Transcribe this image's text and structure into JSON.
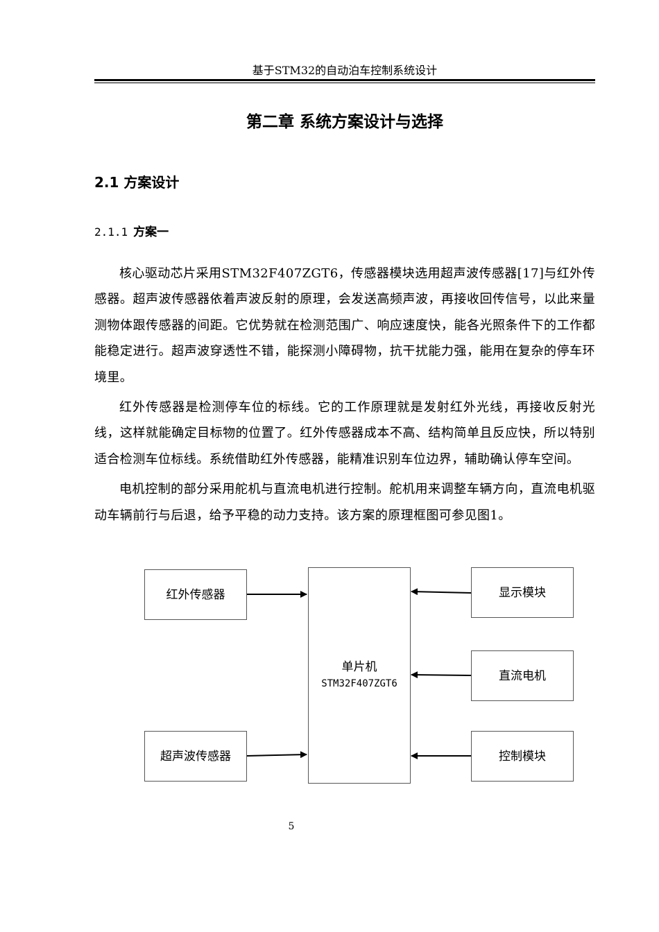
{
  "header": {
    "title": "基于STM32的自动泊车控制系统设计"
  },
  "chapter": {
    "title": "第二章  系统方案设计与选择"
  },
  "section": {
    "title": "2.1 方案设计"
  },
  "subsection": {
    "number": "2.1.1",
    "title": "方案一"
  },
  "paragraphs": [
    "核心驱动芯片采用STM32F407ZGT6，传感器模块选用超声波传感器[17]与红外传感器。超声波传感器依着声波反射的原理，会发送高频声波，再接收回传信号，以此来量测物体跟传感器的间距。它优势就在检测范围广、响应速度快，能各光照条件下的工作都能稳定进行。超声波穿透性不错，能探测小障碍物，抗干扰能力强，能用在复杂的停车环境里。",
    "红外传感器是检测停车位的标线。它的工作原理就是发射红外光线，再接收反射光线，这样就能确定目标物的位置了。红外传感器成本不高、结构简单且反应快，所以特别适合检测车位标线。系统借助红外传感器，能精准识别车位边界，辅助确认停车空间。",
    "电机控制的部分采用舵机与直流电机进行控制。舵机用来调整车辆方向，直流电机驱动车辆前行与后退，给予平稳的动力支持。该方案的原理框图可参见图1。"
  ],
  "diagram": {
    "mcu": {
      "label": "单片机",
      "model": "STM32F407ZGT6"
    },
    "inputs": [
      "红外传感器",
      "超声波传感器"
    ],
    "right_modules": [
      "显示模块",
      "直流电机",
      "控制模块"
    ]
  },
  "page_number": "5"
}
